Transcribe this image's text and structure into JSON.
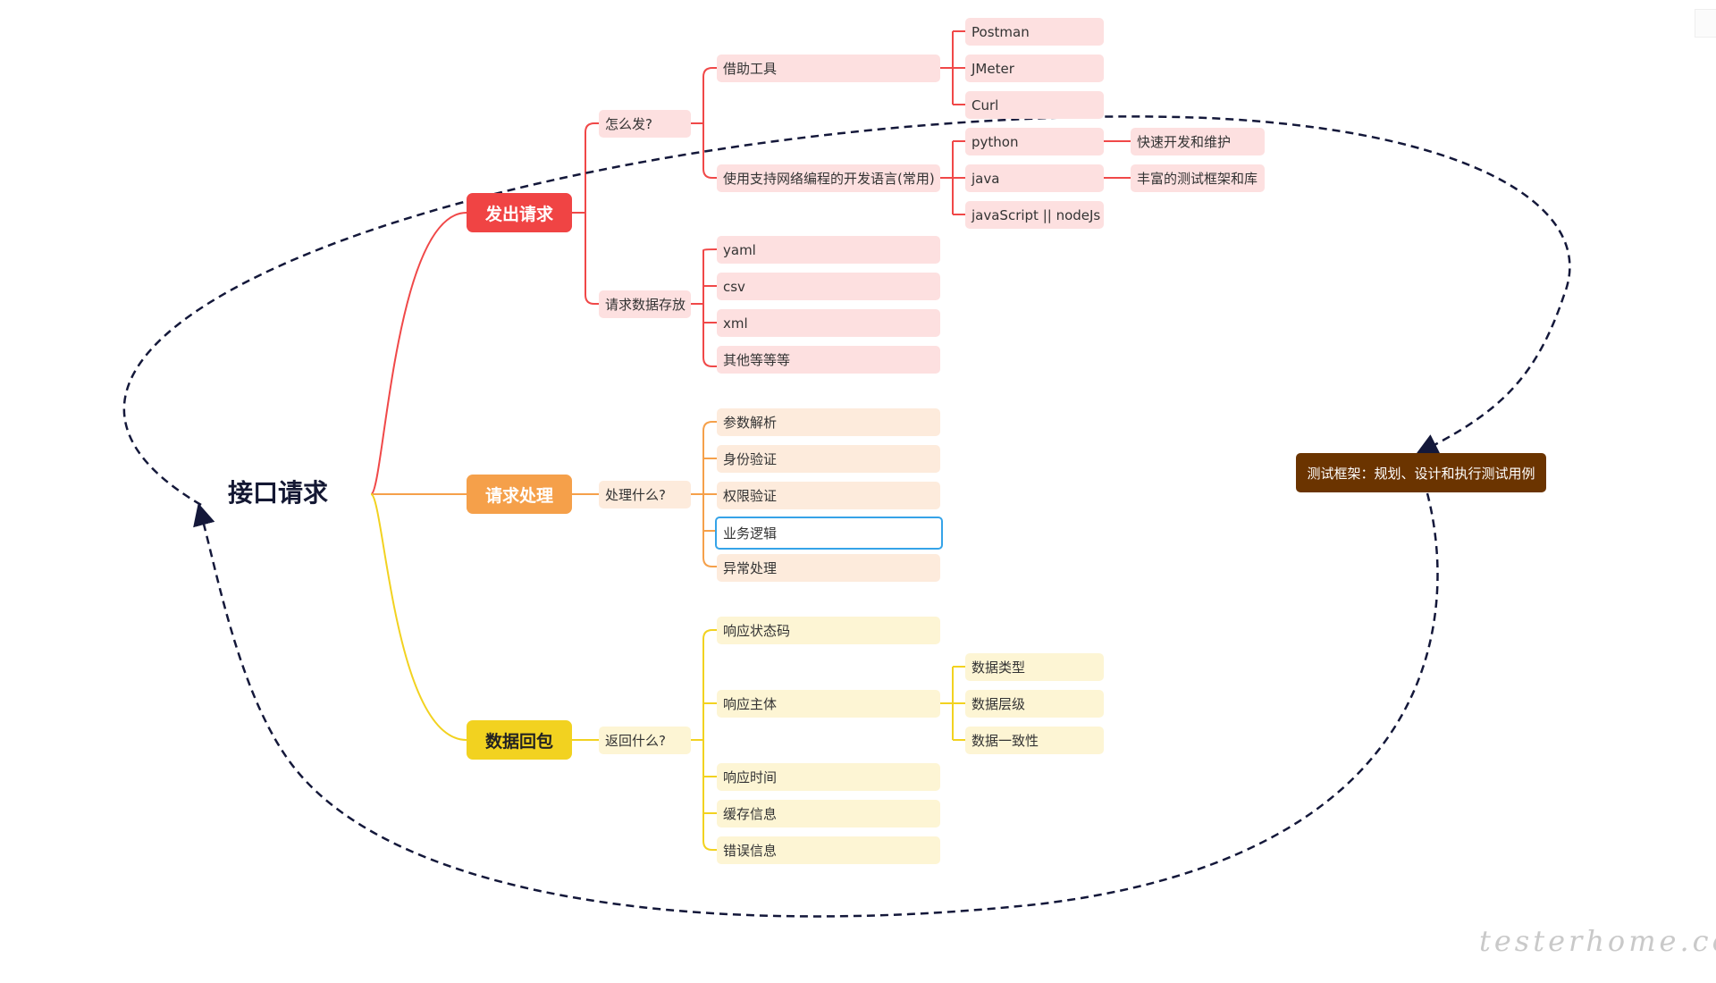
{
  "root": {
    "label": "接口请求"
  },
  "colors": {
    "red": "#f04444",
    "red_line": "#f04848",
    "red_fill": "#fde0e0",
    "orange": "#f5a04a",
    "orange_line": "#f5a04a",
    "orange_fill": "#fdebdc",
    "yellow": "#f2d220",
    "yellow_line": "#f2d220",
    "yellow_fill": "#fdf5d4",
    "dashed_arrow": "#14183a",
    "framework_fill": "#6b3400",
    "selected_border": "#35a3e8"
  },
  "branches": {
    "send": {
      "label": "发出请求",
      "how": {
        "label": "怎么发?",
        "tools": {
          "label": "借助工具",
          "items": [
            "Postman",
            "JMeter",
            "Curl"
          ]
        },
        "languages": {
          "label": "使用支持网络编程的开发语言(常用)",
          "items": [
            "python",
            "java",
            "javaScript ||  nodeJs"
          ],
          "notes": [
            "快速开发和维护",
            "丰富的测试框架和库"
          ]
        }
      },
      "storage": {
        "label": "请求数据存放",
        "items": [
          "yaml",
          "csv",
          "xml",
          "其他等等等"
        ]
      }
    },
    "process": {
      "label": "请求处理",
      "what": {
        "label": "处理什么?",
        "items": [
          "参数解析",
          "身份验证",
          "权限验证",
          "业务逻辑",
          "异常处理"
        ]
      }
    },
    "response": {
      "label": "数据回包",
      "what": {
        "label": "返回什么?",
        "items": [
          "响应状态码",
          "响应主体",
          "响应时间",
          "缓存信息",
          "错误信息"
        ],
        "body_children": [
          "数据类型",
          "数据层级",
          "数据一致性"
        ]
      }
    }
  },
  "framework": {
    "label": "测试框架：规划、设计和执行测试用例"
  },
  "watermark": "testerhome.com"
}
